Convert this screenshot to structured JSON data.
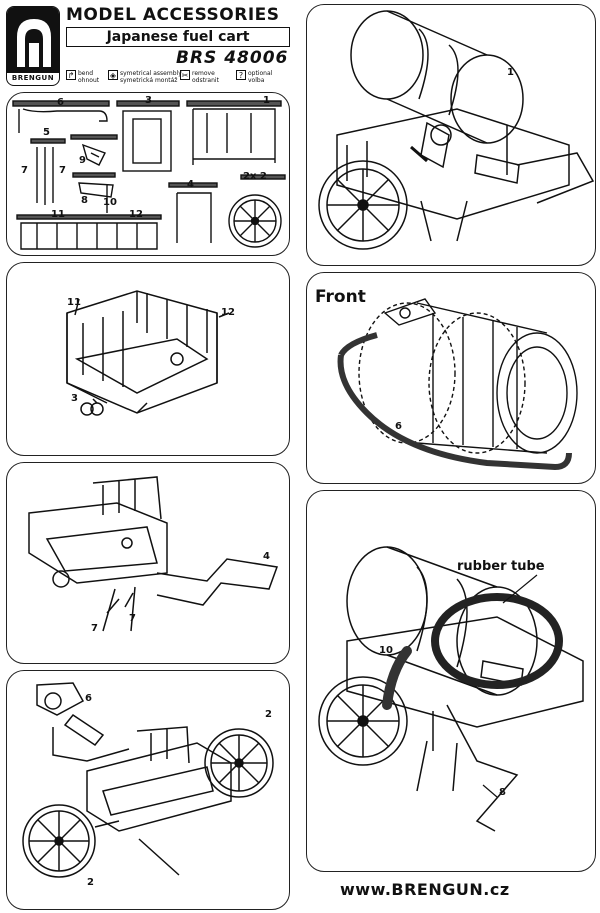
{
  "header": {
    "brand_line": "MODEL ACCESSORIES",
    "subtitle": "Japanese fuel cart",
    "product_code": "BRS 48006",
    "logo_text": "BRENGUN"
  },
  "legend": [
    {
      "symbol_icon": "bend-arrow-icon",
      "label1": "bend",
      "label2": "ohnout"
    },
    {
      "symbol_icon": "symmetrical-assembly-icon",
      "label1": "symetrical assembly",
      "label2": "symetrická montáž"
    },
    {
      "symbol_icon": "remove-icon",
      "label1": "remove",
      "label2": "odstranit"
    },
    {
      "symbol_icon": "question-mark-icon",
      "label1": "optional",
      "label2": "volba"
    }
  ],
  "parts_panel": {
    "labels": [
      "6",
      "3",
      "1",
      "5",
      "9",
      "7",
      "7",
      "8",
      "10",
      "4",
      "2x 2",
      "11",
      "12"
    ]
  },
  "step_a": {
    "labels": [
      "11",
      "12",
      "3"
    ]
  },
  "step_b": {
    "labels": [
      "4",
      "7",
      "7"
    ]
  },
  "step_c": {
    "labels": [
      "6",
      "2",
      "2"
    ]
  },
  "step_d": {
    "labels": [
      "1"
    ]
  },
  "step_e": {
    "front_label": "Front",
    "labels": [
      "6"
    ]
  },
  "step_f": {
    "callout": "rubber tube",
    "labels": [
      "10",
      "8"
    ]
  },
  "footer": {
    "website": "www.BRENGUN.cz"
  }
}
